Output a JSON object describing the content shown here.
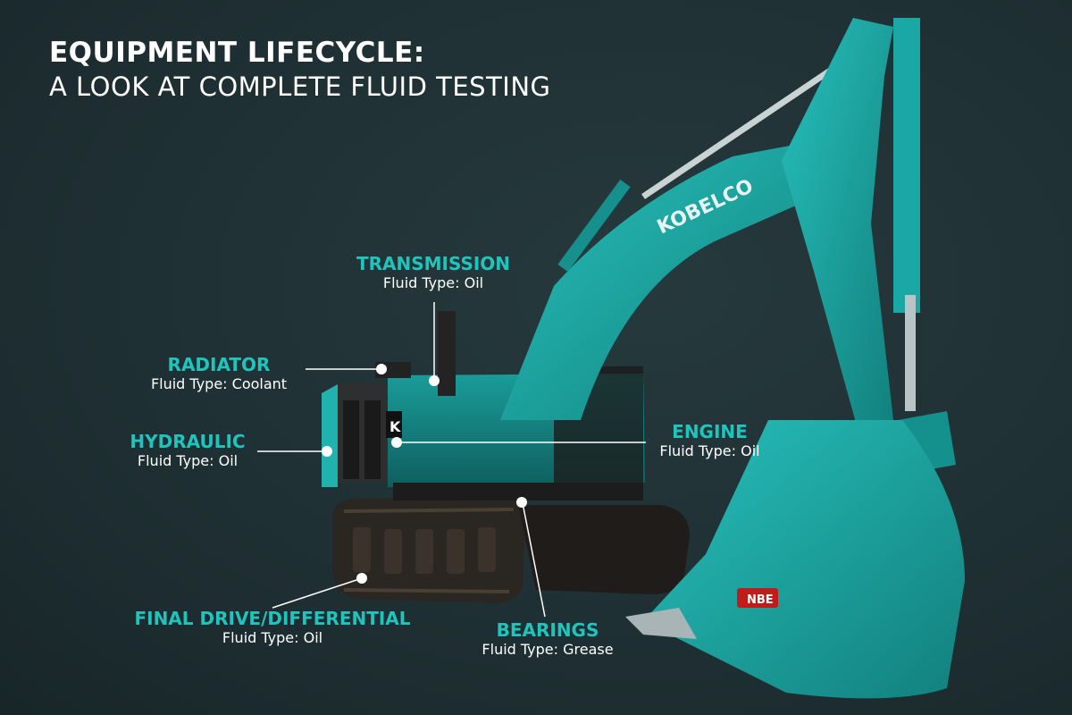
{
  "title": {
    "line1": "EQUIPMENT LIFECYCLE:",
    "line2": "A LOOK AT COMPLETE FLUID TESTING"
  },
  "machine": {
    "brand_label": "KOBELCO",
    "bucket_sticker": "NBE",
    "cab_badge": "K"
  },
  "colors": {
    "background": "#1f3034",
    "accent_teal": "#1fc4bd",
    "machine_teal": "#1aa6a3",
    "text_white": "#ffffff"
  },
  "callouts": [
    {
      "id": "transmission",
      "name": "TRANSMISSION",
      "fluid": "Fluid Type: Oil"
    },
    {
      "id": "radiator",
      "name": "RADIATOR",
      "fluid": "Fluid Type: Coolant"
    },
    {
      "id": "hydraulic",
      "name": "HYDRAULIC",
      "fluid": "Fluid Type: Oil"
    },
    {
      "id": "engine",
      "name": "ENGINE",
      "fluid": "Fluid Type: Oil"
    },
    {
      "id": "final_drive",
      "name": "FINAL DRIVE/DIFFERENTIAL",
      "fluid": "Fluid Type: Oil"
    },
    {
      "id": "bearings",
      "name": "BEARINGS",
      "fluid": "Fluid Type: Grease"
    }
  ]
}
